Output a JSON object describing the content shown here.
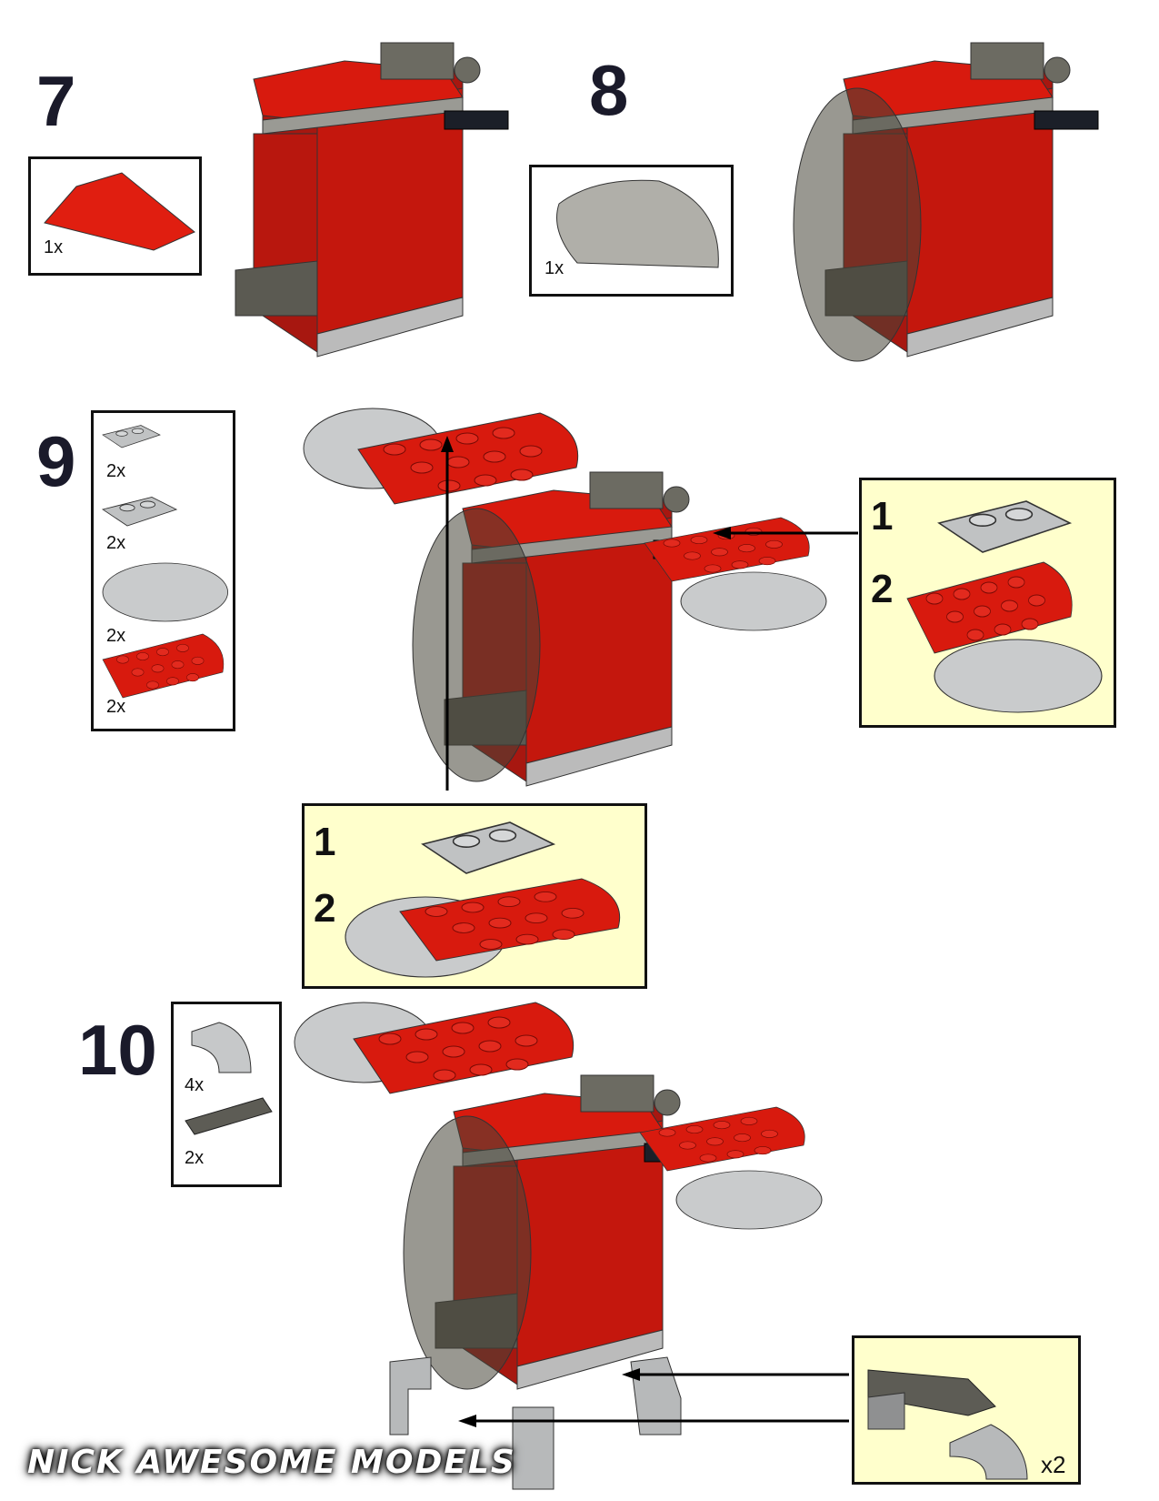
{
  "steps": [
    {
      "number": "7",
      "parts": [
        {
          "qty": "1x",
          "part": "red-wedge-slope"
        }
      ]
    },
    {
      "number": "8",
      "parts": [
        {
          "qty": "1x",
          "part": "trans-black-canopy"
        }
      ]
    },
    {
      "number": "9",
      "parts": [
        {
          "qty": "2x",
          "part": "plate-with-clip"
        },
        {
          "qty": "2x",
          "part": "plate-with-handle"
        },
        {
          "qty": "2x",
          "part": "round-dish"
        },
        {
          "qty": "2x",
          "part": "red-quarter-round-plate"
        }
      ],
      "callout_right": {
        "substeps": [
          "1",
          "2"
        ]
      },
      "callout_bottom": {
        "substeps": [
          "1",
          "2"
        ]
      }
    },
    {
      "number": "10",
      "parts": [
        {
          "qty": "4x",
          "part": "curved-slope"
        },
        {
          "qty": "2x",
          "part": "plate-with-bar"
        }
      ],
      "callout": {
        "multiplier": "x2"
      }
    }
  ],
  "logo": "NICK AWESOME MODELS",
  "colors": {
    "red": "#d81a0e",
    "gray": "#c8cacb",
    "dark_gray": "#6c6b62",
    "callout_bg": "#ffffcc"
  }
}
